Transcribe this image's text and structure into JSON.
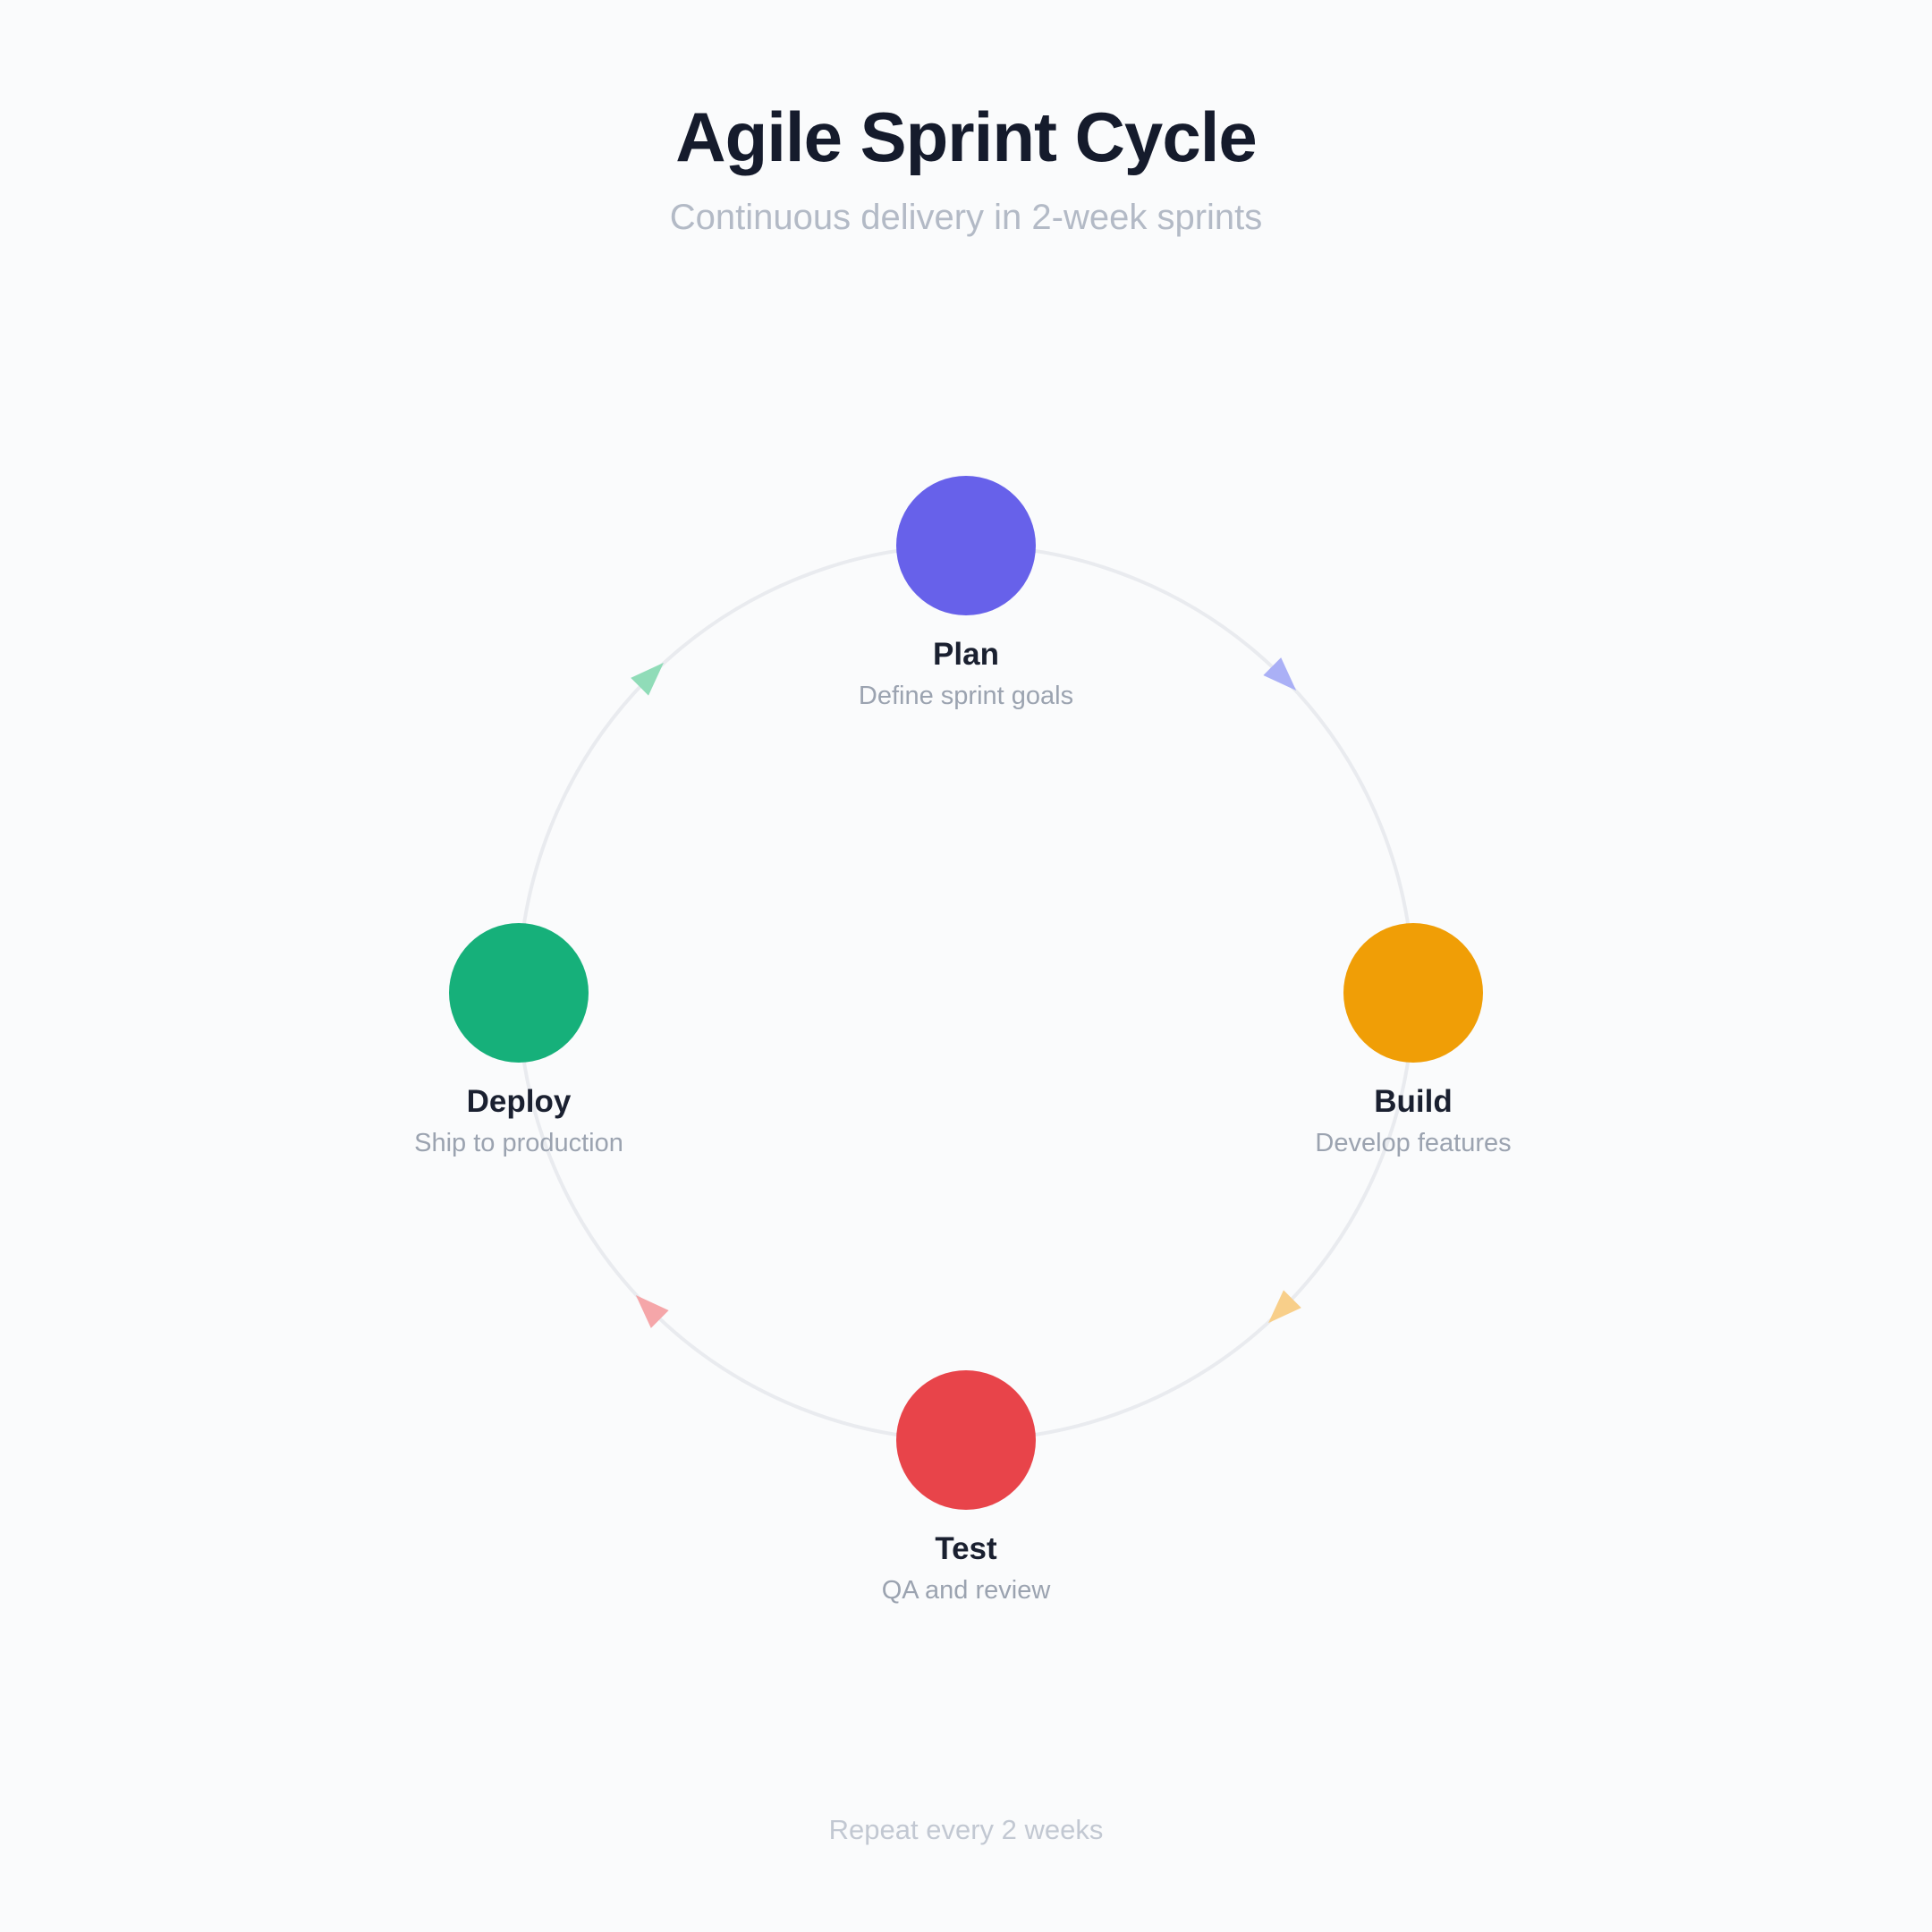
{
  "page": {
    "title": "Agile Sprint Cycle",
    "subtitle": "Continuous delivery in 2-week sprints",
    "footer": "Repeat every 2 weeks"
  },
  "cycle": {
    "direction": "clockwise",
    "ring_color": "#e9ebef",
    "nodes": [
      {
        "id": "plan",
        "label": "Plan",
        "description": "Define sprint goals",
        "color": "#6761ea",
        "position": "top"
      },
      {
        "id": "build",
        "label": "Build",
        "description": "Develop features",
        "color": "#f09e06",
        "position": "right"
      },
      {
        "id": "test",
        "label": "Test",
        "description": "QA and review",
        "color": "#e8444a",
        "position": "bottom"
      },
      {
        "id": "deploy",
        "label": "Deploy",
        "description": "Ship to production",
        "color": "#16b07a",
        "position": "left"
      }
    ],
    "arrows": [
      {
        "between": "plan-build",
        "color": "#aab0f6"
      },
      {
        "between": "build-test",
        "color": "#f8cf8a"
      },
      {
        "between": "test-deploy",
        "color": "#f5a6a9"
      },
      {
        "between": "deploy-plan",
        "color": "#90dcb8"
      }
    ]
  }
}
